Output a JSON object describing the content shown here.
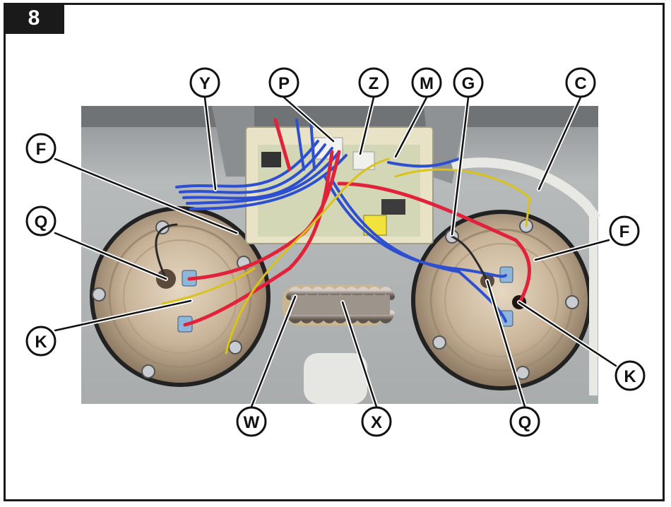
{
  "step": {
    "number": "8"
  },
  "callouts": [
    "Y",
    "P",
    "Z",
    "M",
    "G",
    "C",
    "F",
    "Q",
    "K",
    "W",
    "X"
  ],
  "colors": {
    "frame": "#1a1a1a",
    "photo_background": "#b9bcbd",
    "wire_blue": "#2d4fd0",
    "wire_red": "#e0233b",
    "wire_yellow": "#d9c21a",
    "heating_element": "#c9b9a2",
    "board": "#e8e2c6"
  }
}
